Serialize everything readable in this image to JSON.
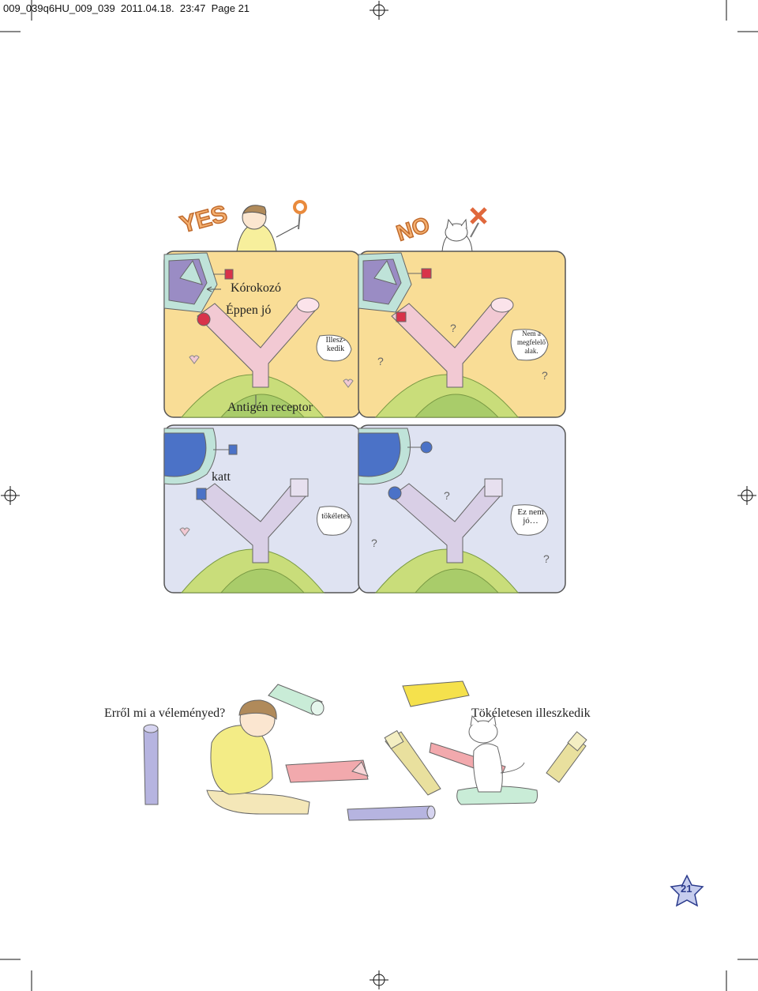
{
  "slug_line": "009_039q6HU_009_039  2011.04.18.  23:47  Page 21",
  "header": {
    "yes_text": "YES",
    "no_text": "NO",
    "yes_sign": "O",
    "no_sign": "X"
  },
  "panels": {
    "top_left": {
      "pathogen_label": "Kórokozó",
      "fits_label": "Éppen jó",
      "bubble_text": "Illesz-\nkedik",
      "receptor_label": "Antigén receptor"
    },
    "top_right": {
      "bubble_text": "Nem a megfelelő alak."
    },
    "bottom_left": {
      "click_label": "katt",
      "bubble_text": "tökéletes"
    },
    "bottom_right": {
      "bubble_text": "Ez nem jó…"
    }
  },
  "bottom_scene": {
    "question": "Erről mi a véleményed?",
    "answer": "Tökéletesen illeszkedik"
  },
  "page_number": "21",
  "colors": {
    "panel_top_bg": "#f9dd96",
    "panel_bottom_bg": "#dfe3f2",
    "hill_outer": "#c9dd7a",
    "hill_inner": "#a9cc6a",
    "receptor_pink": "#f2c9d3",
    "receptor_lilac": "#d9cfe6",
    "pathogen_purple": "#9a8cc4",
    "pathogen_blue": "#4b72c7",
    "marker_red": "#d8334a",
    "yes_orange": "#e98a3c"
  }
}
